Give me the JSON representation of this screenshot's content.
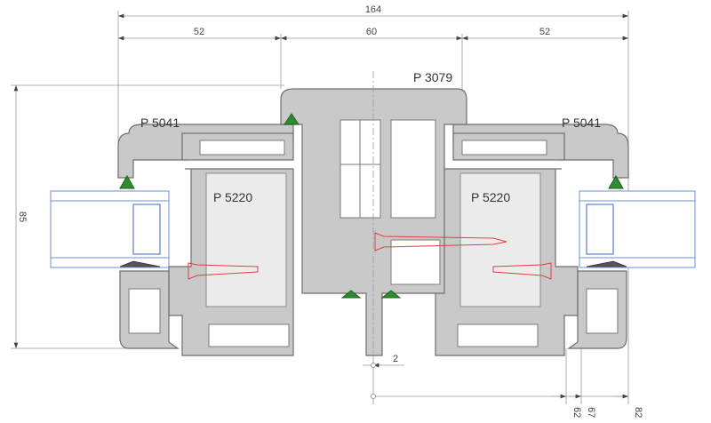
{
  "dimensions": {
    "overall_width": "164",
    "left_sash": "52",
    "mullion": "60",
    "right_sash": "52",
    "height": "85",
    "gap": "2",
    "offset_1": "62",
    "offset_2": "67",
    "offset_3": "82"
  },
  "profiles": {
    "mullion": "P 3079",
    "sash_left": "P 5041",
    "sash_right": "P 5041",
    "reinforcement_left": "P 5220",
    "reinforcement_right": "P 5220"
  },
  "colors": {
    "profile": "#c9c9c9",
    "seal": "#2e8b2e",
    "screw": "#e0413a",
    "glass": "#6a8fd8"
  }
}
